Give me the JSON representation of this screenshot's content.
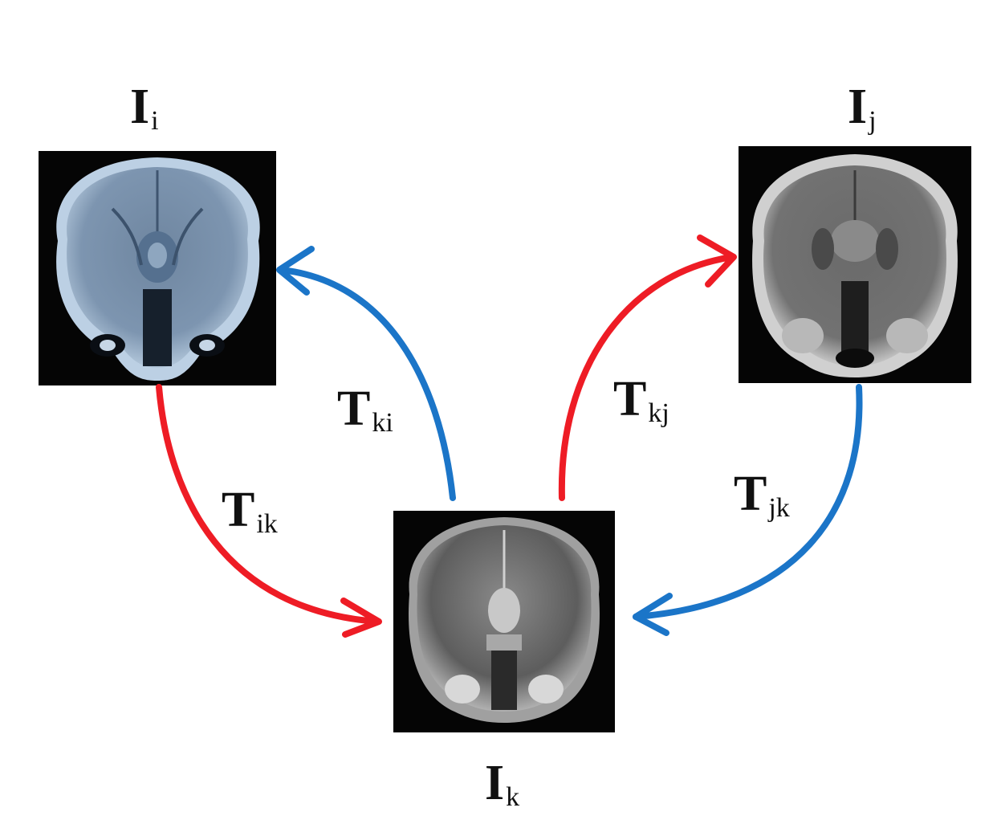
{
  "images": [
    {
      "id": "Ii",
      "main": "I",
      "sub": "i",
      "tint": "#7c93ad",
      "skull": "#a9bdd3"
    },
    {
      "id": "Ij",
      "main": "I",
      "sub": "j",
      "tint": "#6b6b6b",
      "skull": "#cfcfcf"
    },
    {
      "id": "Ik",
      "main": "I",
      "sub": "k",
      "tint": "#5a5a5a",
      "skull": "#9a9a9a"
    }
  ],
  "transforms": [
    {
      "id": "Tik",
      "main": "T",
      "sub": "ik",
      "from": "Ii",
      "to": "Ik",
      "color": "#ee1c25"
    },
    {
      "id": "Tki",
      "main": "T",
      "sub": "ki",
      "from": "Ik",
      "to": "Ii",
      "color": "#1b75c8"
    },
    {
      "id": "Tkj",
      "main": "T",
      "sub": "kj",
      "from": "Ik",
      "to": "Ij",
      "color": "#ee1c25"
    },
    {
      "id": "Tjk",
      "main": "T",
      "sub": "jk",
      "from": "Ij",
      "to": "Ik",
      "color": "#1b75c8"
    }
  ]
}
